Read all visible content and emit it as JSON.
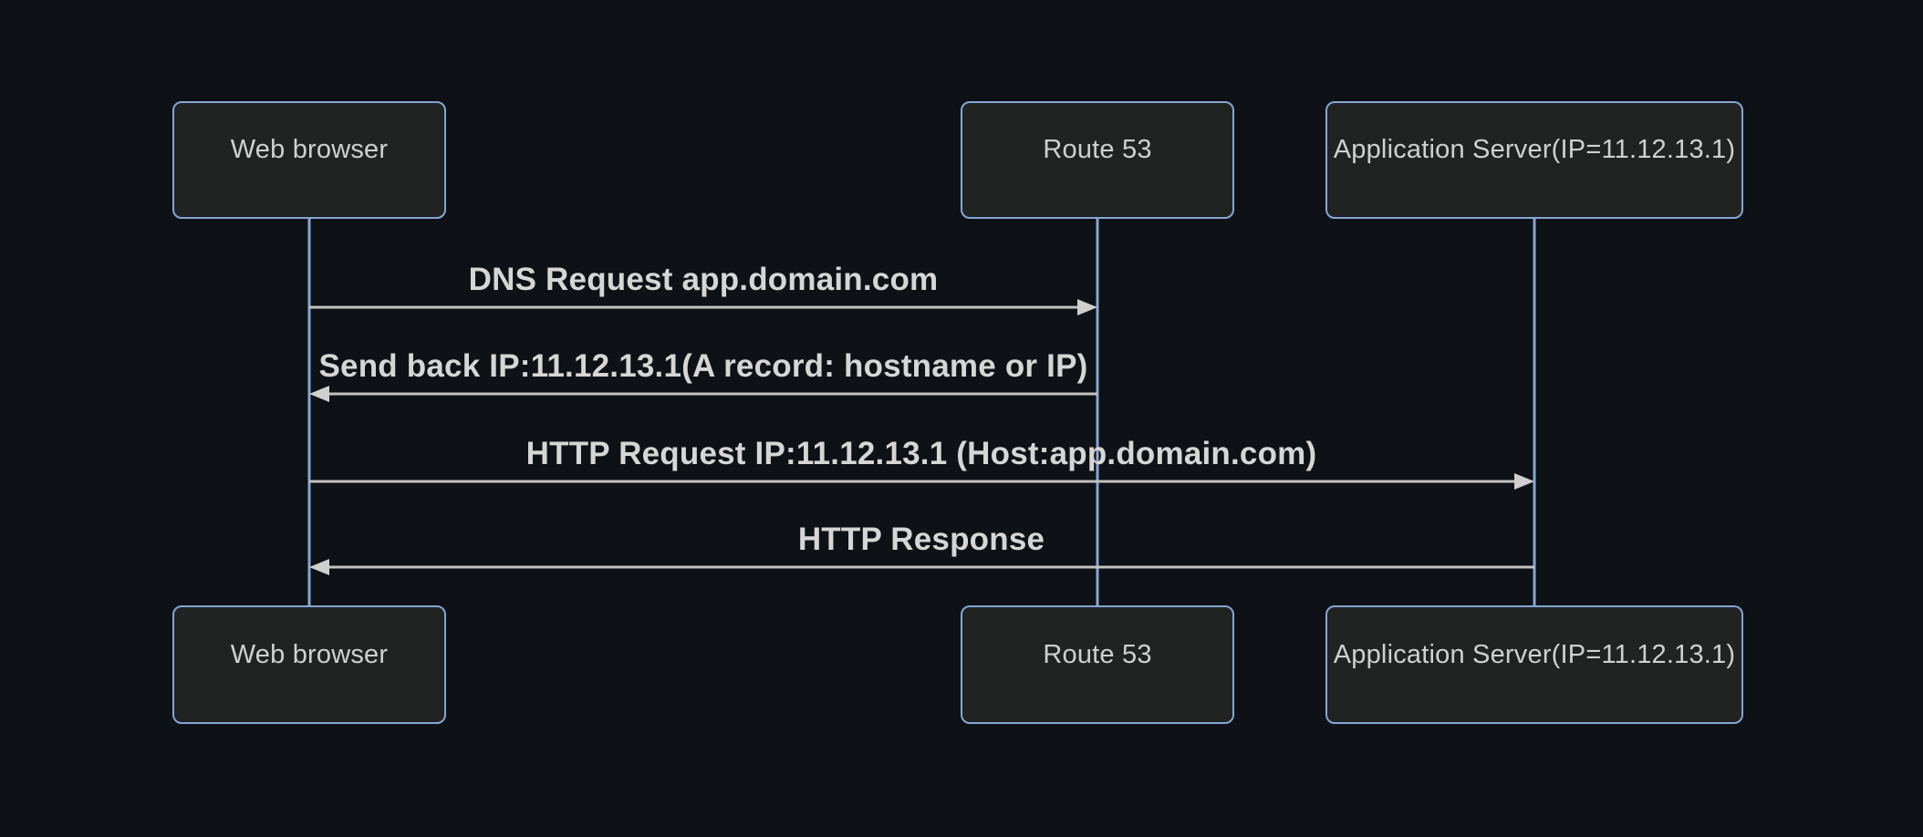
{
  "diagram": {
    "type": "sequence-diagram",
    "actors": [
      {
        "id": "browser",
        "label": "Web browser"
      },
      {
        "id": "route53",
        "label": "Route 53"
      },
      {
        "id": "appserver",
        "label": "Application Server(IP=11.12.13.1)"
      }
    ],
    "messages": [
      {
        "from": "browser",
        "to": "route53",
        "direction": "right",
        "label": "DNS Request app.domain.com"
      },
      {
        "from": "route53",
        "to": "browser",
        "direction": "left",
        "label": "Send back IP:11.12.13.1(A record: hostname or IP)"
      },
      {
        "from": "browser",
        "to": "appserver",
        "direction": "right",
        "label": "HTTP Request IP:11.12.13.1 (Host:app.domain.com)"
      },
      {
        "from": "appserver",
        "to": "browser",
        "direction": "left",
        "label": "HTTP Response"
      }
    ],
    "colors": {
      "background": "#0e1116",
      "actor_fill": "#212322",
      "actor_border": "#85a6d4",
      "actor_text": "#d0d0d0",
      "lifeline": "#85a6d4",
      "message_line": "#c3c3c3",
      "message_text": "#d6d6d6"
    }
  }
}
